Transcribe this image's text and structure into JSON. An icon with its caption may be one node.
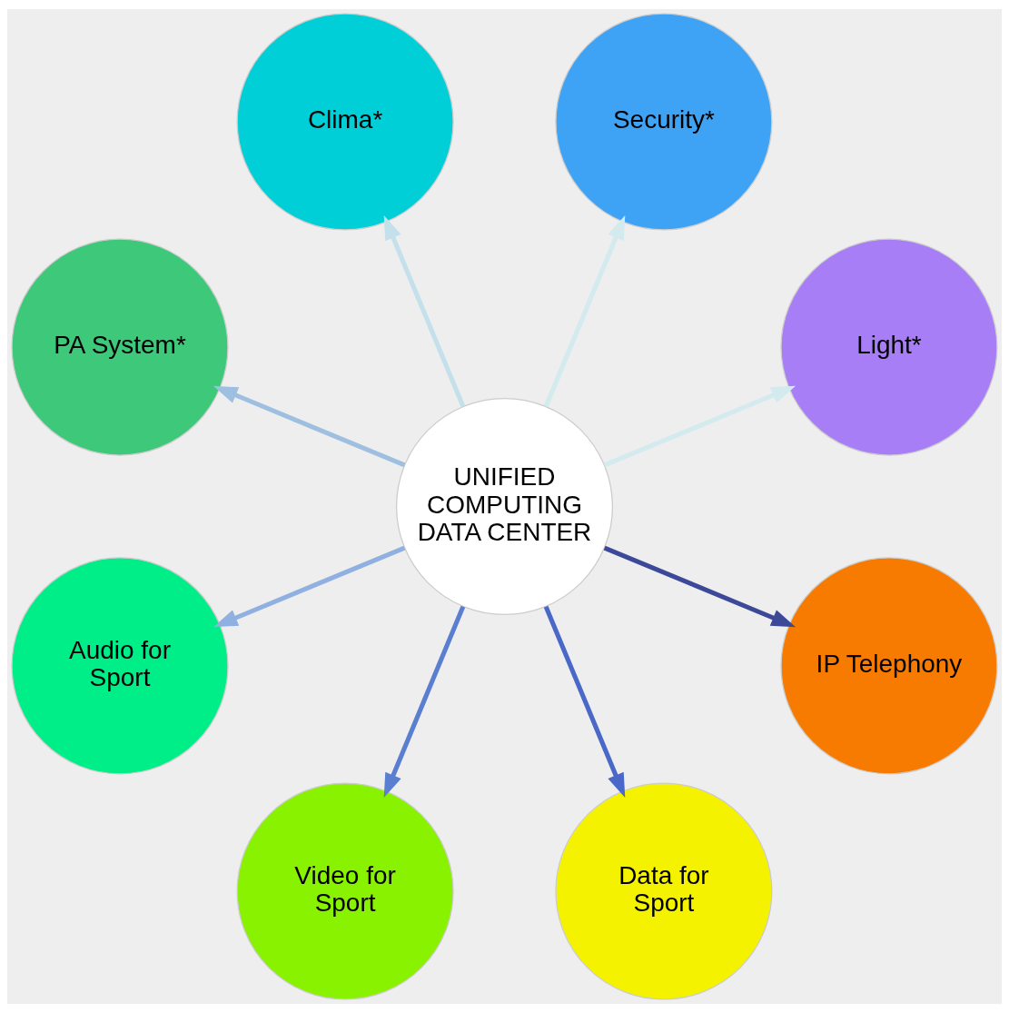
{
  "diagram": {
    "nodes": [
      {
        "text": [
          "UNIFIED COMPUTING DATA CENTER"
        ]
      },
      {
        "text": [
          "Light*"
        ]
      },
      {
        "text": [
          "Security*"
        ]
      },
      {
        "text": [
          "Clima*"
        ]
      },
      {
        "text": [
          "PA System*"
        ]
      },
      {
        "text": [
          "Audio for Sport"
        ]
      },
      {
        "text": [
          "Video for Sport"
        ]
      },
      {
        "text": [
          "Data for Sport"
        ]
      },
      {
        "text": [
          "IP Telephony"
        ]
      }
    ],
    "edges": [
      {
        "from": 0,
        "to": 1,
        "arrow": "to",
        "color": "#d3eaee"
      },
      {
        "from": 0,
        "to": 2,
        "arrow": "to",
        "color": "#d3eaee"
      },
      {
        "from": 0,
        "to": 3,
        "arrow": "to",
        "color": "#c4e0ea"
      },
      {
        "from": 0,
        "to": 4,
        "arrow": "to",
        "color": "#9fbfe0"
      },
      {
        "from": 0,
        "to": 5,
        "arrow": "to",
        "color": "#8fb0e0"
      },
      {
        "from": 0,
        "to": 6,
        "arrow": "to",
        "color": "#5a7ed0"
      },
      {
        "from": 0,
        "to": 7,
        "arrow": "to",
        "color": "#4a68c8"
      },
      {
        "from": 0,
        "to": 8,
        "arrow": "to",
        "color": "#3c4898"
      }
    ]
  }
}
